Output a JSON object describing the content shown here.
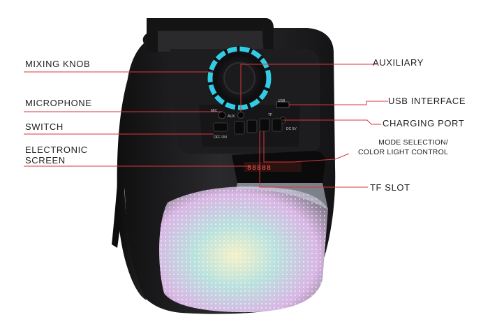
{
  "figure": {
    "left_labels": [
      {
        "id": "mixing-knob",
        "lines": [
          "MIXING KNOB"
        ]
      },
      {
        "id": "microphone",
        "lines": [
          "MICROPHONE"
        ]
      },
      {
        "id": "switch",
        "lines": [
          "SWITCH"
        ]
      },
      {
        "id": "electronic-screen",
        "lines": [
          "ELECTRONIC",
          "SCREEN"
        ]
      }
    ],
    "right_labels": [
      {
        "id": "auxiliary",
        "lines": [
          "AUXILIARY"
        ]
      },
      {
        "id": "usb-interface",
        "lines": [
          "USB INTERFACE"
        ]
      },
      {
        "id": "charging-port",
        "lines": [
          "CHARGING PORT"
        ]
      },
      {
        "id": "mode-selection",
        "lines": [
          "MODE SELECTION/",
          "COLOR LIGHT CONTROL"
        ]
      },
      {
        "id": "tf-slot",
        "lines": [
          "TF SLOT"
        ]
      }
    ],
    "panel_markings": {
      "mic": "MIC",
      "aux": "AUX",
      "usb": "USB",
      "tf": "TF",
      "off_on": "OFF ON",
      "dc": "DC 5V"
    },
    "colors": {
      "leader_line": "#d9363b",
      "body": "#1c1c1e",
      "knob_ring": "#35d6f0",
      "label_text": "#222222"
    }
  }
}
